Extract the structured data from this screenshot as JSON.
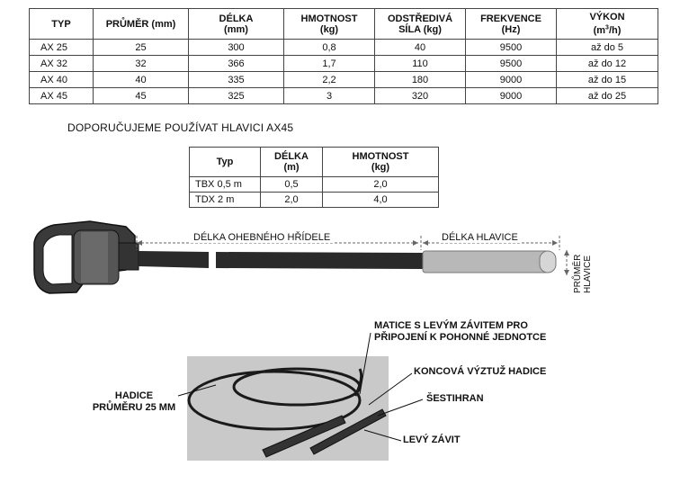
{
  "spec_table": {
    "headers": [
      "TYP",
      "PRŮMĚR (mm)",
      "DÉLKA (mm)",
      "HMOTNOST (kg)",
      "ODSTŘEDIVÁ SÍLA (kg)",
      "FREKVENCE (Hz)",
      "VÝKON (m3/h)"
    ],
    "header_lines": [
      [
        "TYP",
        ""
      ],
      [
        "PRŮMĚR (mm)",
        ""
      ],
      [
        "DÉLKA",
        "(mm)"
      ],
      [
        "HMOTNOST",
        "(kg)"
      ],
      [
        "ODSTŘEDIVÁ",
        "SÍLA (kg)"
      ],
      [
        "FREKVENCE",
        "(Hz)"
      ],
      [
        "VÝKON",
        "(m3/h)"
      ]
    ],
    "rows": [
      [
        "AX 25",
        "25",
        "300",
        "0,8",
        "40",
        "9500",
        "až do 5"
      ],
      [
        "AX 32",
        "32",
        "366",
        "1,7",
        "110",
        "9500",
        "až do 12"
      ],
      [
        "AX 40",
        "40",
        "335",
        "2,2",
        "180",
        "9000",
        "až do 15"
      ],
      [
        "AX 45",
        "45",
        "325",
        "3",
        "320",
        "9000",
        "až do 25"
      ]
    ]
  },
  "recommendation": "DOPORUČUJEME POUŽÍVAT HLAVICI AX45",
  "hose_table": {
    "header_lines": [
      [
        "Typ",
        ""
      ],
      [
        "DÉLKA",
        "(m)"
      ],
      [
        "HMOTNOST",
        "(kg)"
      ]
    ],
    "rows": [
      [
        "TBX 0,5 m",
        "0,5",
        "2,0"
      ],
      [
        "TDX 2 m",
        "2,0",
        "4,0"
      ]
    ]
  },
  "diagram": {
    "shaft_length_label": "DÉLKA OHEBNÉHO HŘÍDELE",
    "head_length_label": "DÉLKA HLAVICE",
    "head_diameter_label": "PRŮMĚR HLAVICE"
  },
  "photo_callouts": {
    "nut": "MATICE S LEVÝM ZÁVITEM PRO PŘIPOJENÍ K POHONNÉ JEDNOTCE",
    "nut_line1": "MATICE S LEVÝM ZÁVITEM PRO",
    "nut_line2": "PŘIPOJENÍ K POHONNÉ JEDNOTCE",
    "end_reinforcement": "KONCOVÁ VÝZTUŽ HADICE",
    "hexagon": "ŠESTIHRAN",
    "left_thread": "LEVÝ ZÁVIT",
    "hose_line1": "HADICE",
    "hose_line2": "PRŮMĚRU 25 MM"
  },
  "colors": {
    "grid": "#444444",
    "shaft": "#2a2a2a",
    "head": "#b8b8b8",
    "photo_bg": "#c9c9c9"
  }
}
